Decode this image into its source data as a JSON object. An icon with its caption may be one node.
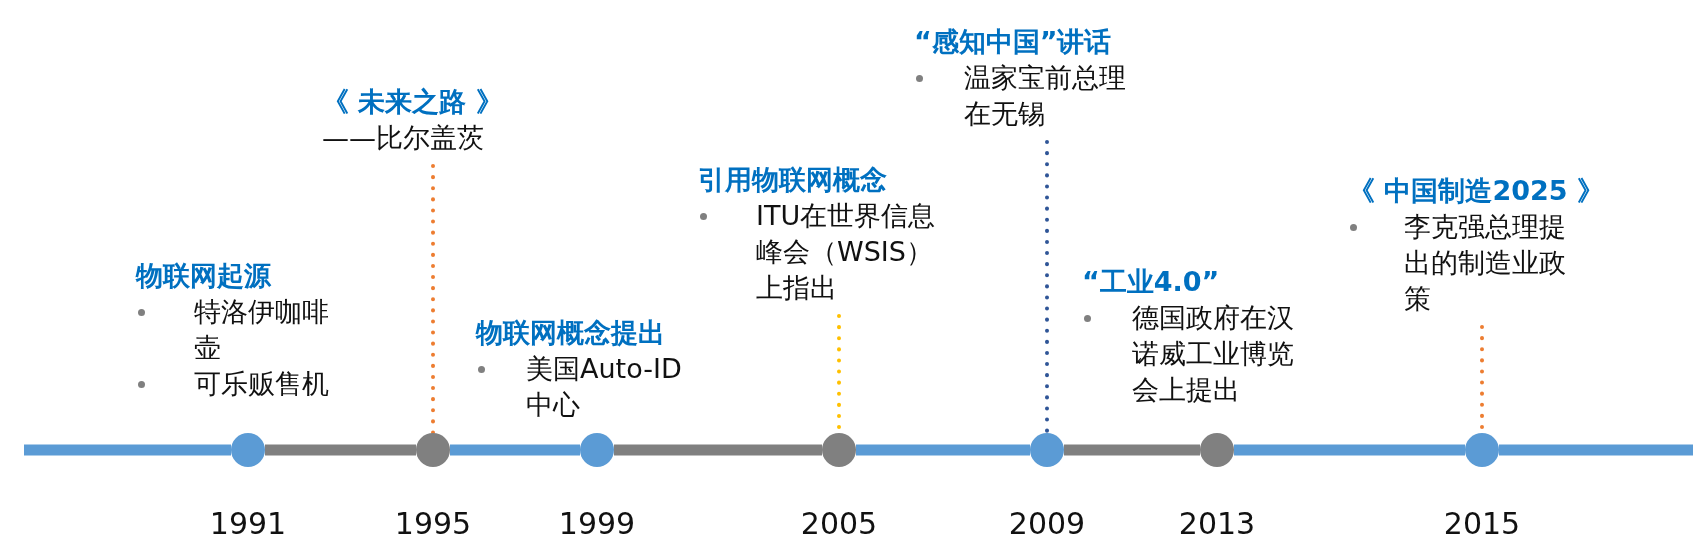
{
  "diagram": {
    "nodes": [
      {
        "text": [
          "物联网起源",
          "特洛伊咖啡壶",
          "可乐贩售机"
        ]
      },
      {
        "text": [
          "《 未来之路 》",
          "——比尔盖茨"
        ]
      },
      {
        "text": [
          "物联网概念提出",
          "美国Auto-ID中心"
        ]
      },
      {
        "text": [
          "引用物联网概念",
          "ITU在世界信息峰会（WSIS）上指出"
        ]
      },
      {
        "text": [
          "“感知中国”讲话",
          "温家宝前总理在无锡"
        ]
      },
      {
        "text": [
          "“工业4.0”",
          "德国政府在汉诺威工业博览会上提出"
        ]
      },
      {
        "text": [
          "《 中国制造2025 》",
          "李克强总理提出的制造业政策"
        ]
      },
      {
        "text": [],
        "shape": "circle",
        "beside": [
          "1991"
        ]
      },
      {
        "text": [],
        "shape": "circle",
        "beside": [
          "1995"
        ]
      },
      {
        "text": [],
        "shape": "circle",
        "beside": [
          "1999"
        ]
      },
      {
        "text": [],
        "shape": "circle",
        "beside": [
          "2005"
        ]
      },
      {
        "text": [],
        "shape": "circle",
        "beside": [
          "2009"
        ]
      },
      {
        "text": [],
        "shape": "circle",
        "beside": [
          "2013"
        ]
      },
      {
        "text": [],
        "shape": "circle",
        "beside": [
          "2015"
        ]
      }
    ],
    "edges": [
      {
        "from": 1,
        "to": 8,
        "arrow": "none",
        "style": "dashed",
        "color": "#ed7d31"
      },
      {
        "from": 3,
        "to": 10,
        "arrow": "none",
        "style": "dashed",
        "color": "#ffc000"
      },
      {
        "from": 4,
        "to": 11,
        "arrow": "none",
        "style": "dashed",
        "color": "#2f5597"
      },
      {
        "from": 6,
        "to": 13,
        "arrow": "none",
        "style": "dashed",
        "color": "#ed7d31"
      },
      {
        "from": 7,
        "to": 8,
        "arrow": "none",
        "color": "#808080"
      },
      {
        "from": 8,
        "to": 9,
        "arrow": "none",
        "color": "#5b9bd5"
      },
      {
        "from": 9,
        "to": 10,
        "arrow": "none",
        "color": "#808080"
      },
      {
        "from": 10,
        "to": 11,
        "arrow": "none",
        "color": "#5b9bd5"
      },
      {
        "from": 11,
        "to": 12,
        "arrow": "none",
        "color": "#808080"
      },
      {
        "from": 12,
        "to": 13,
        "arrow": "none",
        "color": "#5b9bd5"
      }
    ]
  }
}
